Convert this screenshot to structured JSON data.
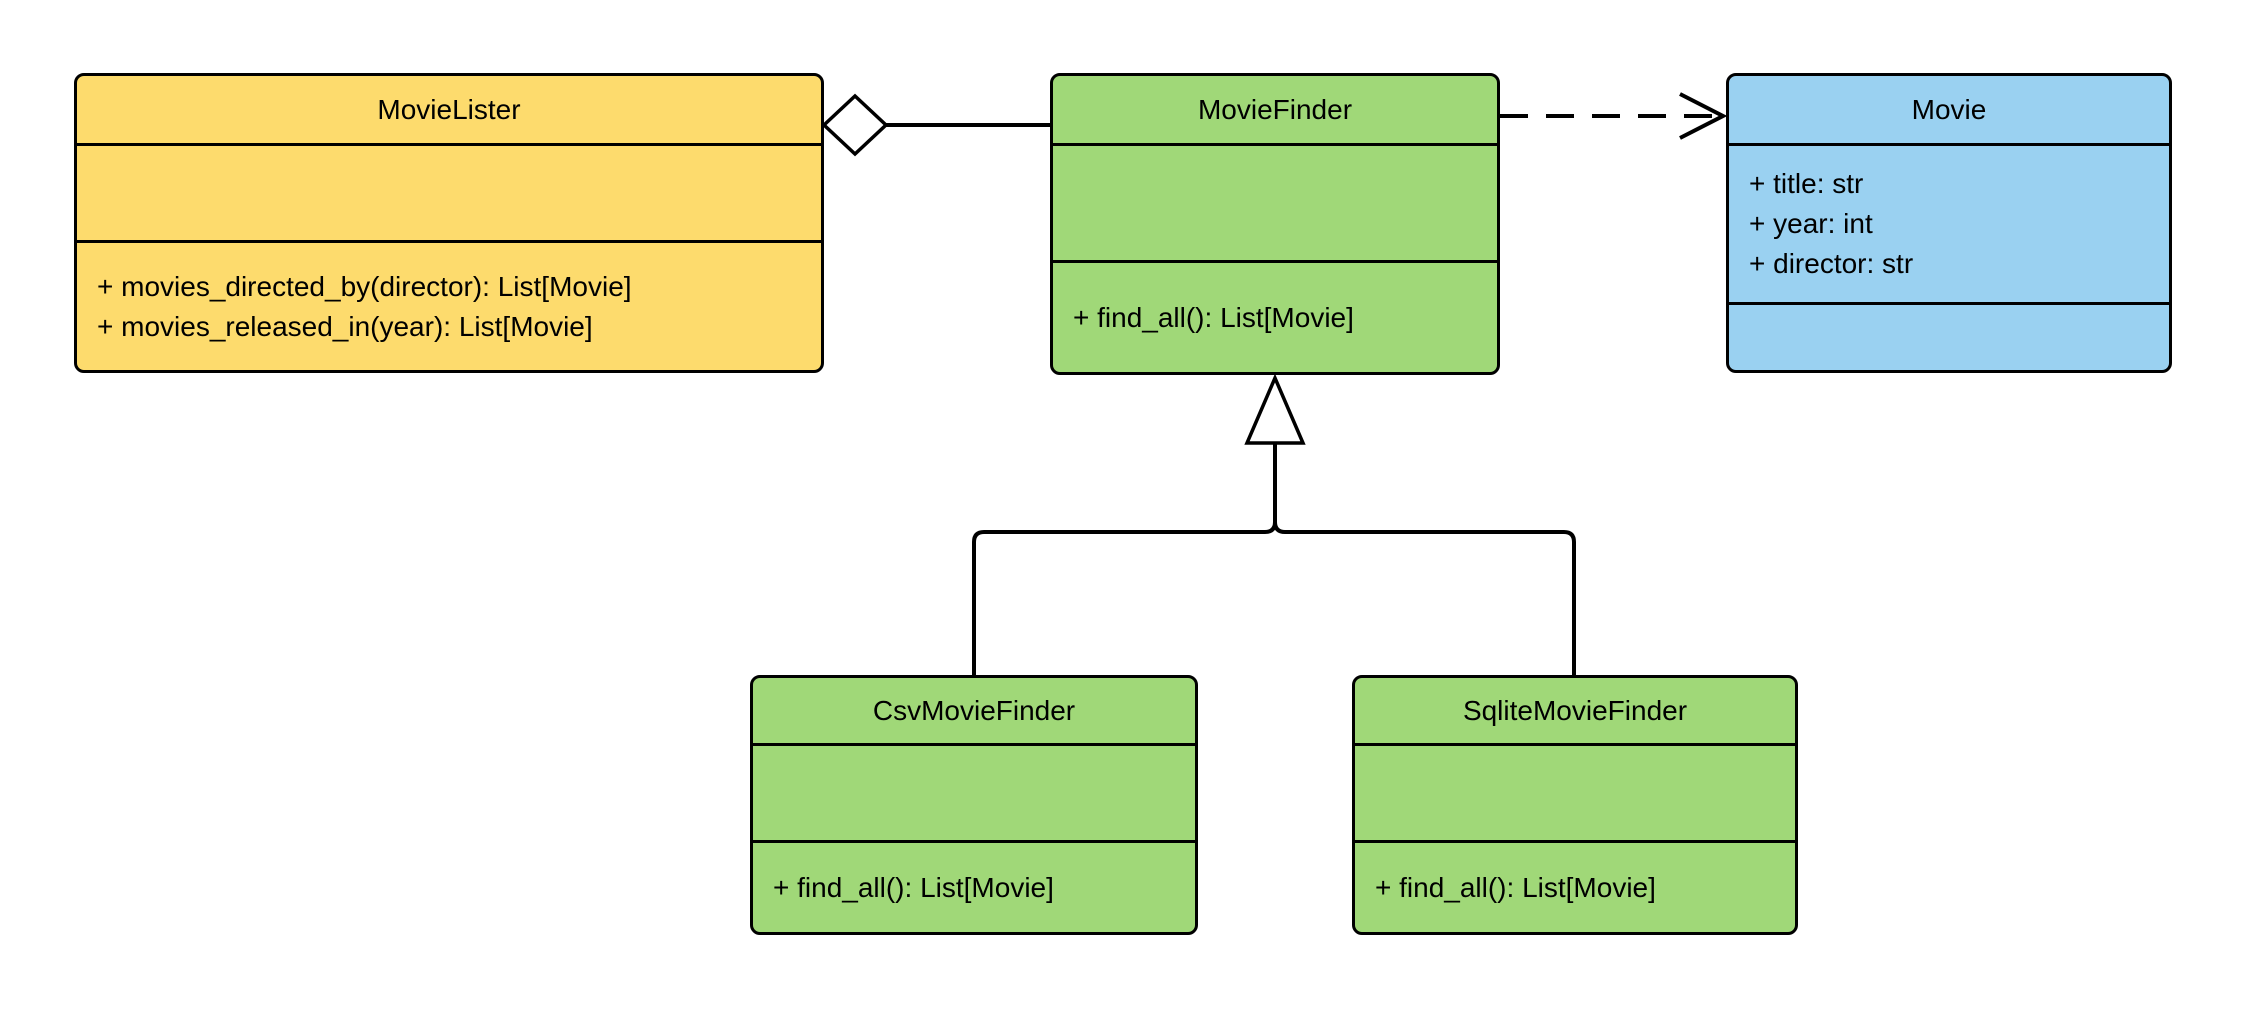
{
  "diagram": {
    "type": "uml-class-diagram",
    "background": "#FFFFFF",
    "colors": {
      "lister_fill": "#FDDB6D",
      "finder_fill": "#A0D878",
      "movie_fill": "#9AD1F1",
      "line": "#000000"
    },
    "classes": [
      {
        "name": "MovieLister",
        "fill": "#FDDB6D",
        "attributes": [],
        "methods": [
          "+ movies_directed_by(director): List[Movie]",
          "+ movies_released_in(year): List[Movie]"
        ]
      },
      {
        "name": "MovieFinder",
        "fill": "#A0D878",
        "attributes": [],
        "methods": [
          "+ find_all(): List[Movie]"
        ]
      },
      {
        "name": "Movie",
        "fill": "#9AD1F1",
        "attributes": [
          "+ title: str",
          "+ year: int",
          "+ director: str"
        ],
        "methods": []
      },
      {
        "name": "CsvMovieFinder",
        "fill": "#A0D878",
        "attributes": [],
        "methods": [
          "+ find_all(): List[Movie]"
        ]
      },
      {
        "name": "SqliteMovieFinder",
        "fill": "#A0D878",
        "attributes": [],
        "methods": [
          "+ find_all(): List[Movie]"
        ]
      }
    ],
    "relationships": [
      {
        "type": "aggregation",
        "from": "MovieLister",
        "to": "MovieFinder",
        "marker": "hollow-diamond",
        "line": "solid"
      },
      {
        "type": "dependency",
        "from": "MovieFinder",
        "to": "Movie",
        "marker": "open-arrow",
        "line": "dashed"
      },
      {
        "type": "generalization",
        "from": "CsvMovieFinder",
        "to": "MovieFinder",
        "marker": "hollow-triangle",
        "line": "solid"
      },
      {
        "type": "generalization",
        "from": "SqliteMovieFinder",
        "to": "MovieFinder",
        "marker": "hollow-triangle",
        "line": "solid"
      }
    ]
  }
}
